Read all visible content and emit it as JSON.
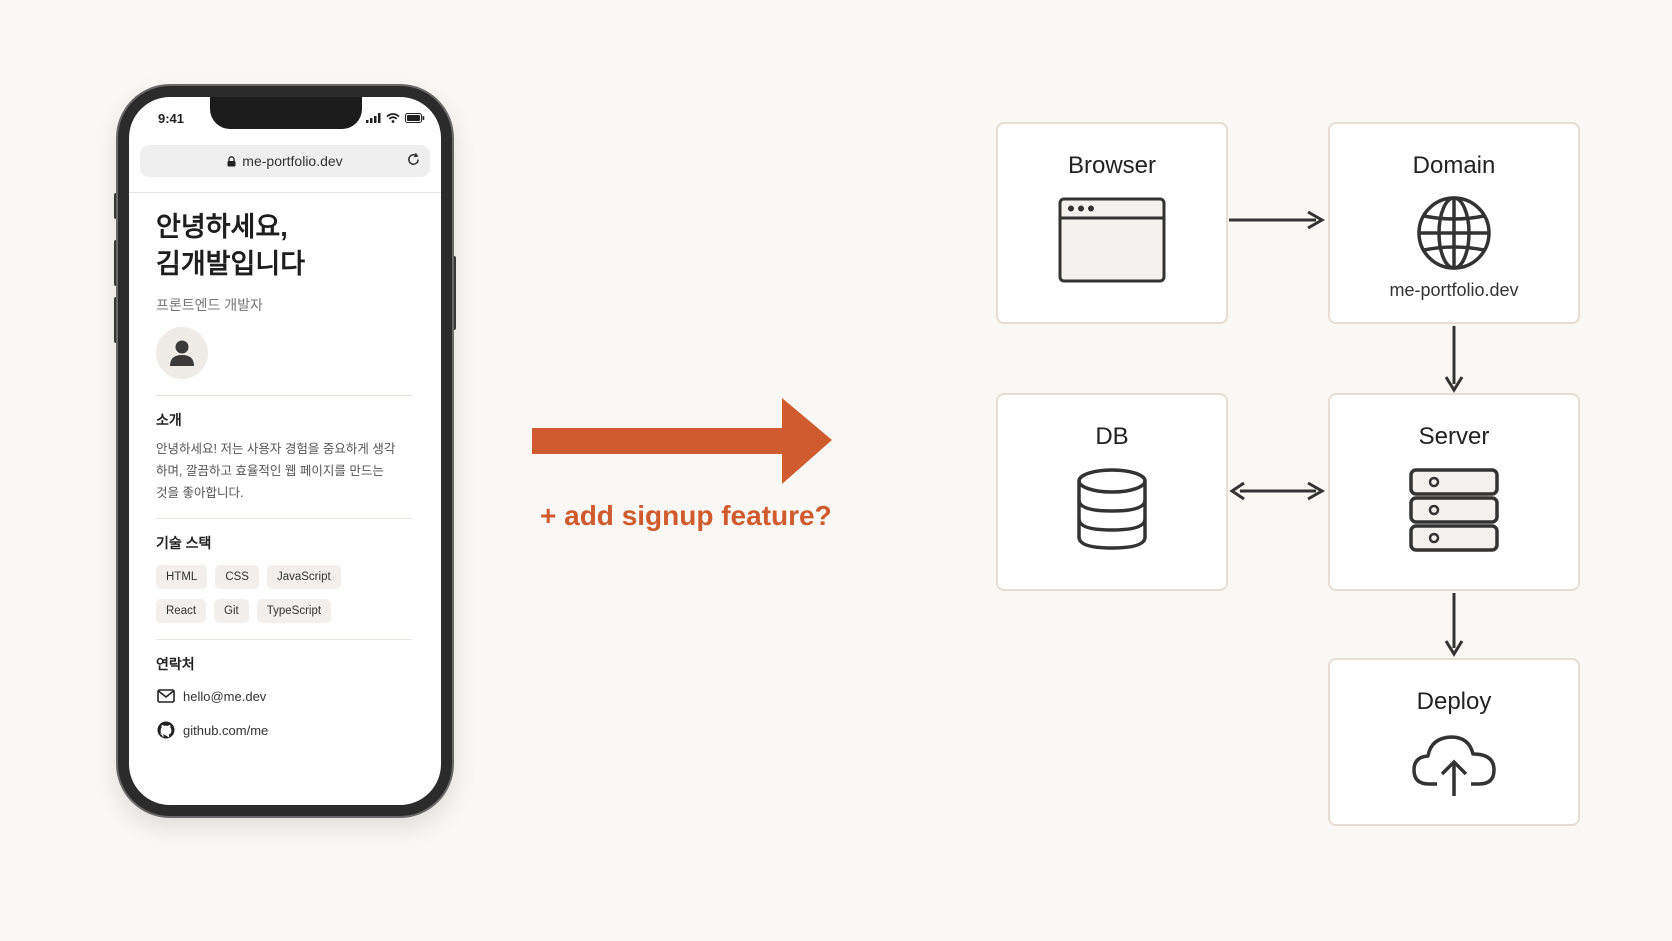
{
  "phone": {
    "status_time": "9:41",
    "url": "me-portfolio.dev",
    "greeting_line1": "안녕하세요,",
    "greeting_line2": "김개발입니다",
    "role": "프론트엔드 개발자",
    "about_title": "소개",
    "about_text": "안녕하세요! 저는 사용자 경험을 중요하게 생각하며, 깔끔하고 효율적인 웹 페이지를 만드는 것을 좋아합니다.",
    "stack_title": "기술 스택",
    "stack": [
      "HTML",
      "CSS",
      "JavaScript",
      "React",
      "Git",
      "TypeScript"
    ],
    "contact_title": "연락처",
    "contacts": [
      {
        "icon": "mail-icon",
        "text": "hello@me.dev"
      },
      {
        "icon": "github-icon",
        "text": "github.com/me"
      }
    ]
  },
  "transition": {
    "caption": "+ add signup feature?",
    "arrow_color": "#cf5b2e"
  },
  "diagram": {
    "nodes": {
      "browser": {
        "title": "Browser",
        "icon": "browser-window-icon"
      },
      "domain": {
        "title": "Domain",
        "subtitle": "me-portfolio.dev",
        "icon": "globe-icon"
      },
      "db": {
        "title": "DB",
        "icon": "database-icon"
      },
      "server": {
        "title": "Server",
        "icon": "server-rack-icon"
      },
      "deploy": {
        "title": "Deploy",
        "icon": "cloud-upload-icon"
      }
    },
    "edges": [
      {
        "from": "Browser",
        "to": "Domain"
      },
      {
        "from": "Domain",
        "to": "Server"
      },
      {
        "from": "Server",
        "to": "DB",
        "bidirectional": true
      },
      {
        "from": "Server",
        "to": "Deploy"
      }
    ],
    "node_border_color": "#e8ddd3",
    "line_color": "#333333"
  }
}
